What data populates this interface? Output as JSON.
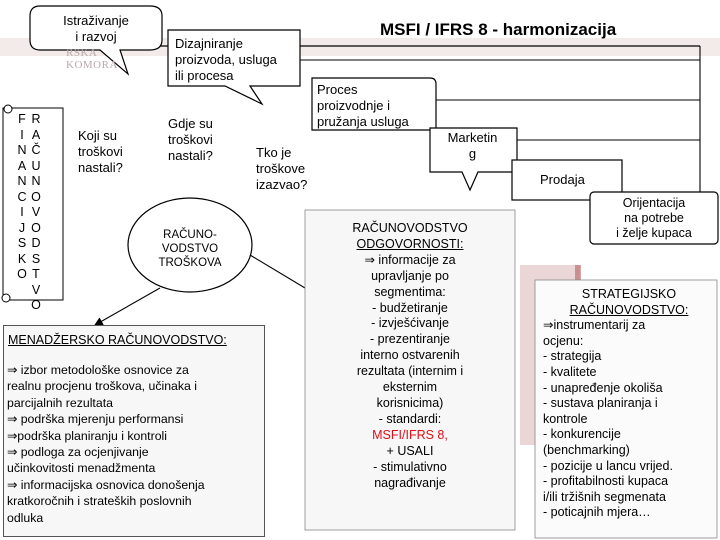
{
  "title": "MSFI / IFRS 8 - harmonizacija",
  "watermark": {
    "line1": "RSKA",
    "line2": "KOMORA"
  },
  "boxes": {
    "research": [
      "Istraživanje",
      "i razvoj"
    ],
    "design": [
      "Dizajniranje",
      "proizvoda, usluga",
      "ili procesa"
    ],
    "production": [
      "Proces",
      "proizvodnje i",
      "pružanja usluga"
    ],
    "marketing": [
      "Marketin",
      "g"
    ],
    "sales": "Prodaja",
    "customer": [
      "Orijentacija",
      "na potrebe",
      "i želje kupaca"
    ]
  },
  "vertical_left": [
    "F",
    "I",
    "N",
    "A",
    "N",
    "C",
    "I",
    "J",
    "S",
    "K",
    "O"
  ],
  "vertical_right": [
    "R",
    "A",
    "Č",
    "U",
    "N",
    "O",
    "V",
    "O",
    "D",
    "S",
    "T",
    "V",
    "O"
  ],
  "questions": {
    "who_costs": [
      "Koji su",
      "troškovi",
      "nastali?"
    ],
    "where_costs": [
      "Gdje su",
      "troškovi",
      "nastali?"
    ],
    "who_caused": [
      "Tko je",
      "troškove",
      "izazvao?"
    ]
  },
  "oval": [
    "RAČUNO-",
    "VODSTVO",
    "TROŠKOVA"
  ],
  "management": {
    "heading": "MENADŽERSKO RAČUNOVODSTVO:",
    "lines": [
      "⇒ izbor metodološke osnovice za",
      "realnu procjenu troškova, učinaka i",
      "parcijalnih rezultata",
      "⇒ podrška mjerenju performansi",
      "⇒podrška planiranju i kontroli",
      "⇒ podloga za ocjenjivanje",
      "učinkovitosti menadžmenta",
      "⇒ informacijska osnovica donošenja",
      "kratkoročnih i strateških poslovnih",
      "odluka"
    ]
  },
  "responsibility": {
    "heading_line1": "RAČUNOVODSTVO",
    "heading_line2": "ODGOVORNOSTI:",
    "lines_before": [
      "⇒ informacije za",
      "upravljanje po",
      "segmentima:",
      "- budžetiranje",
      "- izvješćivanje",
      "- prezentiranje",
      "interno ostvarenih",
      "rezultata (internim i",
      "eksternim",
      "korisnicima)",
      "- standardi:"
    ],
    "highlight": "MSFI/IFRS 8,",
    "lines_after": [
      "+ USALI",
      "- stimulativno",
      "nagrađivanje"
    ]
  },
  "strategic": {
    "heading_line1": "STRATEGIJSKO",
    "heading_line2": "RAČUNOVODSTVO:",
    "lines": [
      "⇒instrumentarij za",
      "ocjenu:",
      "- strategija",
      "- kvalitete",
      "- unapređenje okoliša",
      "- sustava planiranja i",
      "kontrole",
      "- konkurencije",
      "(benchmarking)",
      "- pozicije u lancu vrijed.",
      "- profitabilnosti kupaca",
      "i/ili tržišnih segmenata",
      "- poticajnih mjera…"
    ]
  },
  "colors": {
    "accent_red": "#e0101a",
    "box_fill": "#ffffff",
    "panel_fill": "#f7f7f7",
    "bar_shadow": "#a33a3a"
  }
}
